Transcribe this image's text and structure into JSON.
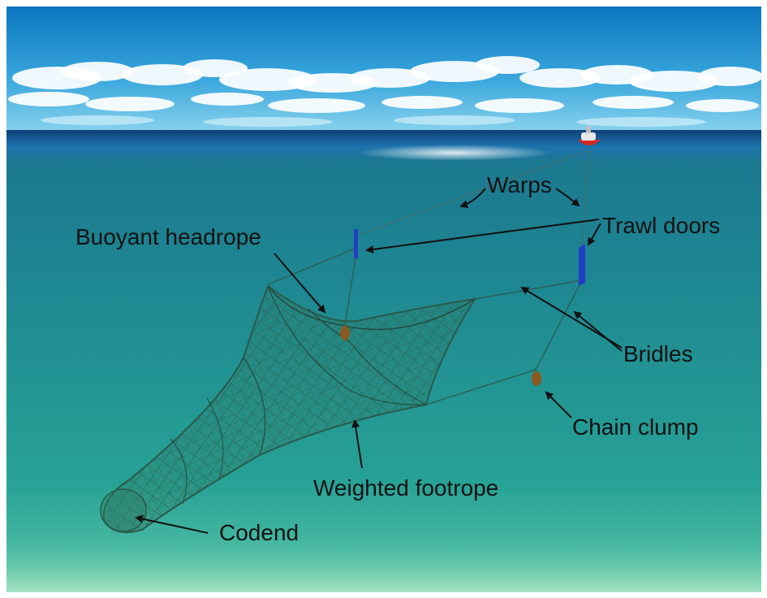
{
  "labels": {
    "warps": "Warps",
    "trawl_doors": "Trawl doors",
    "buoyant_headrope": "Buoyant headrope",
    "bridles": "Bridles",
    "chain_clump": "Chain clump",
    "weighted_footrope": "Weighted footrope",
    "codend": "Codend"
  },
  "colors": {
    "sky_top": "#0b7fc4",
    "sky_horizon": "#7fd0ee",
    "sea_surface": "#0f5f92",
    "water_upper": "#1a7f90",
    "water_lower": "#2aa996",
    "seabed": "#8ed8b8",
    "net": "#2a5a4a",
    "trawl_door": "#1f3fc0",
    "vessel_hull": "#d42a1f",
    "weight": "#8a5a22",
    "label_text": "#111111",
    "arrow": "#111111"
  }
}
